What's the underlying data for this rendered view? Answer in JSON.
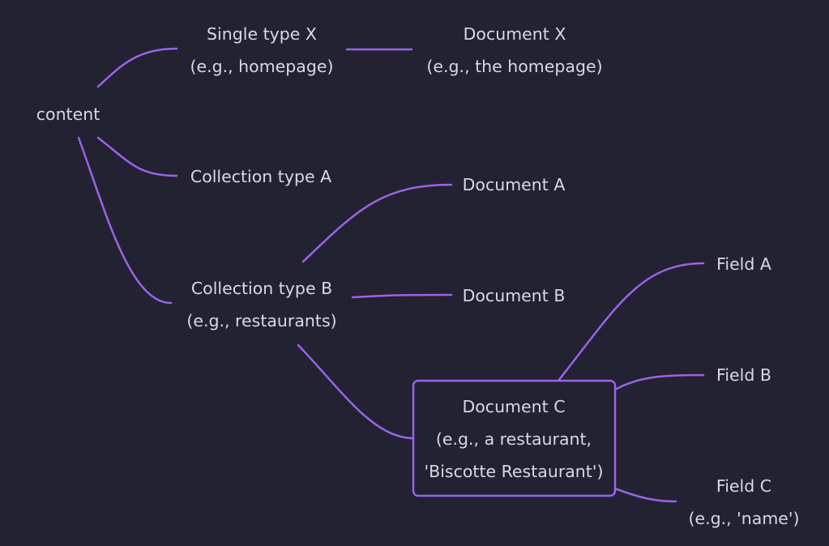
{
  "diagram": {
    "colors": {
      "background": "#222232",
      "edge": "#9a64e8",
      "text": "#d9d9e3"
    },
    "nodes": {
      "root": {
        "label": "content"
      },
      "single_x": {
        "line1": "Single type X",
        "line2": "(e.g., homepage)"
      },
      "doc_x": {
        "line1": "Document X",
        "line2": "(e.g., the homepage)"
      },
      "coll_a": {
        "label": "Collection type A"
      },
      "doc_a": {
        "label": "Document A"
      },
      "coll_b": {
        "line1": "Collection type B",
        "line2": "(e.g., restaurants)"
      },
      "doc_b": {
        "label": "Document B"
      },
      "doc_c": {
        "line1": "Document C",
        "line2": "(e.g., a restaurant,",
        "line3": "'Biscotte Restaurant')"
      },
      "field_a": {
        "label": "Field A"
      },
      "field_b": {
        "label": "Field B"
      },
      "field_c": {
        "line1": "Field C",
        "line2": "(e.g., 'name')"
      }
    },
    "edges": [
      [
        "root",
        "single_x"
      ],
      [
        "single_x",
        "doc_x"
      ],
      [
        "root",
        "coll_a"
      ],
      [
        "root",
        "coll_b"
      ],
      [
        "coll_b",
        "doc_a"
      ],
      [
        "coll_b",
        "doc_b"
      ],
      [
        "coll_b",
        "doc_c"
      ],
      [
        "doc_c",
        "field_a"
      ],
      [
        "doc_c",
        "field_b"
      ],
      [
        "doc_c",
        "field_c"
      ]
    ]
  }
}
